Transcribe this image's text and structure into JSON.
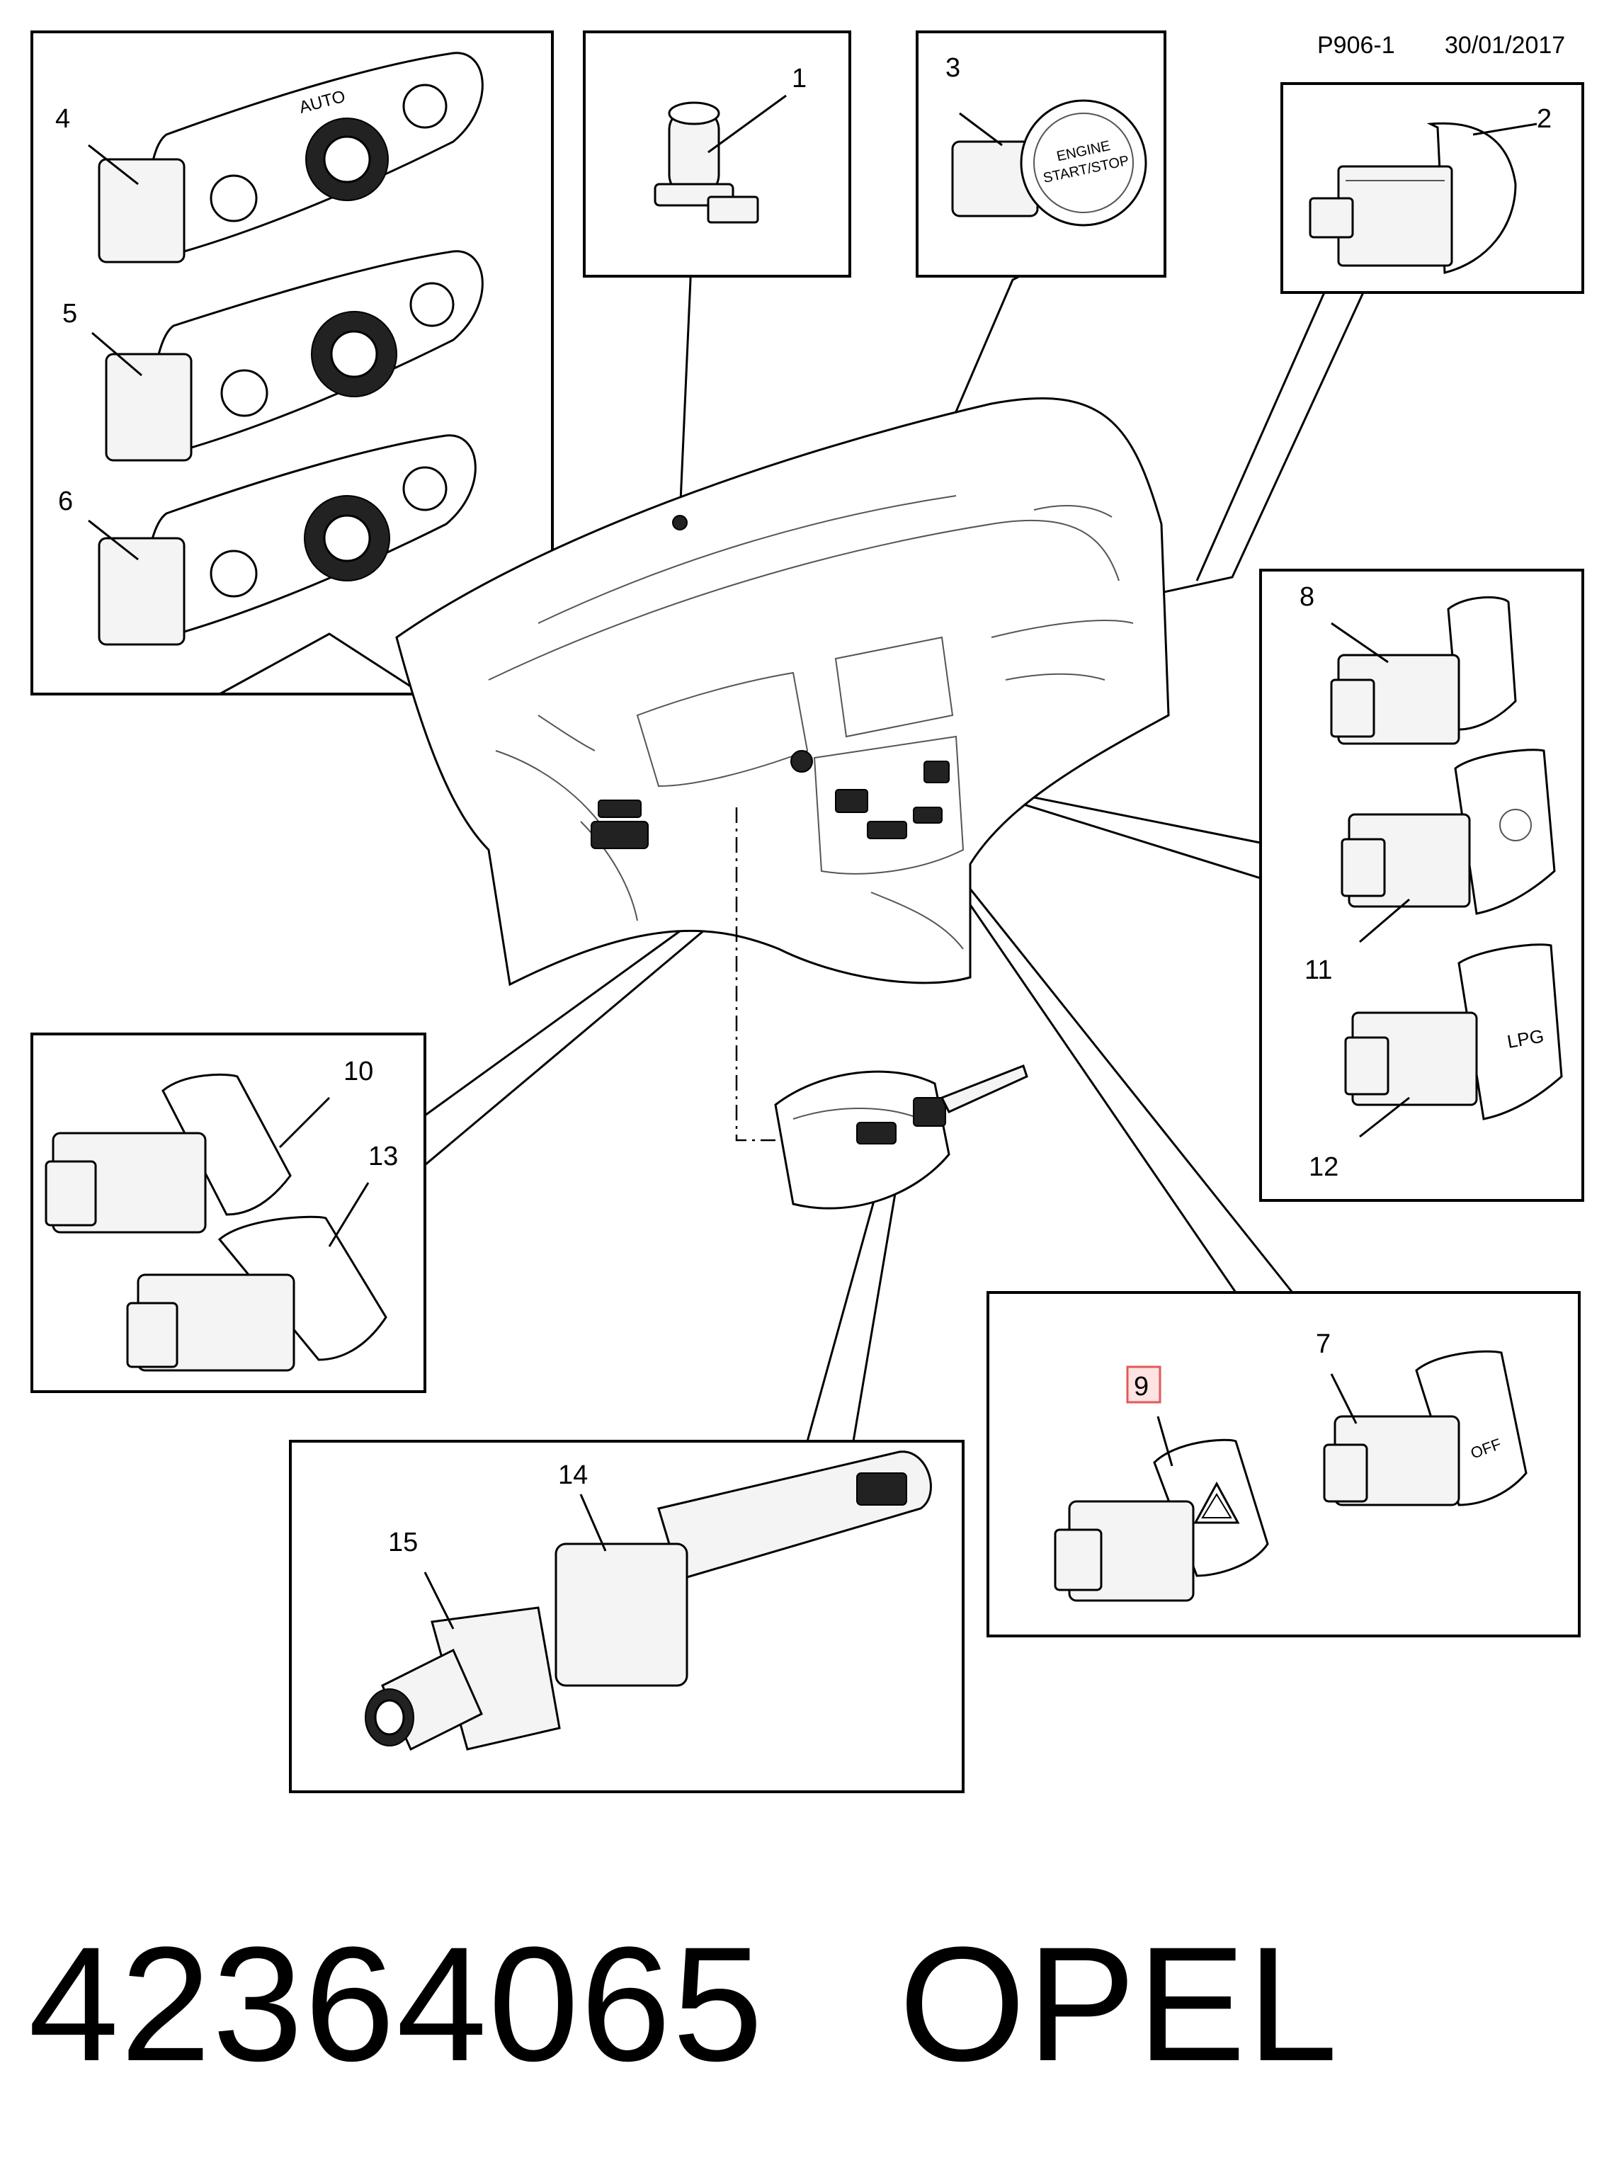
{
  "header": {
    "code": "P906-1",
    "date": "30/01/2017"
  },
  "callouts": {
    "c1": "1",
    "c2": "2",
    "c3": "3",
    "c4": "4",
    "c5": "5",
    "c6": "6",
    "c7": "7",
    "c8": "8",
    "c9": "9",
    "c10": "10",
    "c11": "11",
    "c12": "12",
    "c13": "13",
    "c14": "14",
    "c15": "15"
  },
  "part_text": {
    "start_button_line1": "ENGINE",
    "start_button_line2": "START/STOP",
    "headlamp_auto": "AUTO",
    "lpg_label": "LPG",
    "off_label": "OFF"
  },
  "highlight_color": "#e05a5a",
  "footer": {
    "part_number": "42364065",
    "brand": "OPEL"
  }
}
